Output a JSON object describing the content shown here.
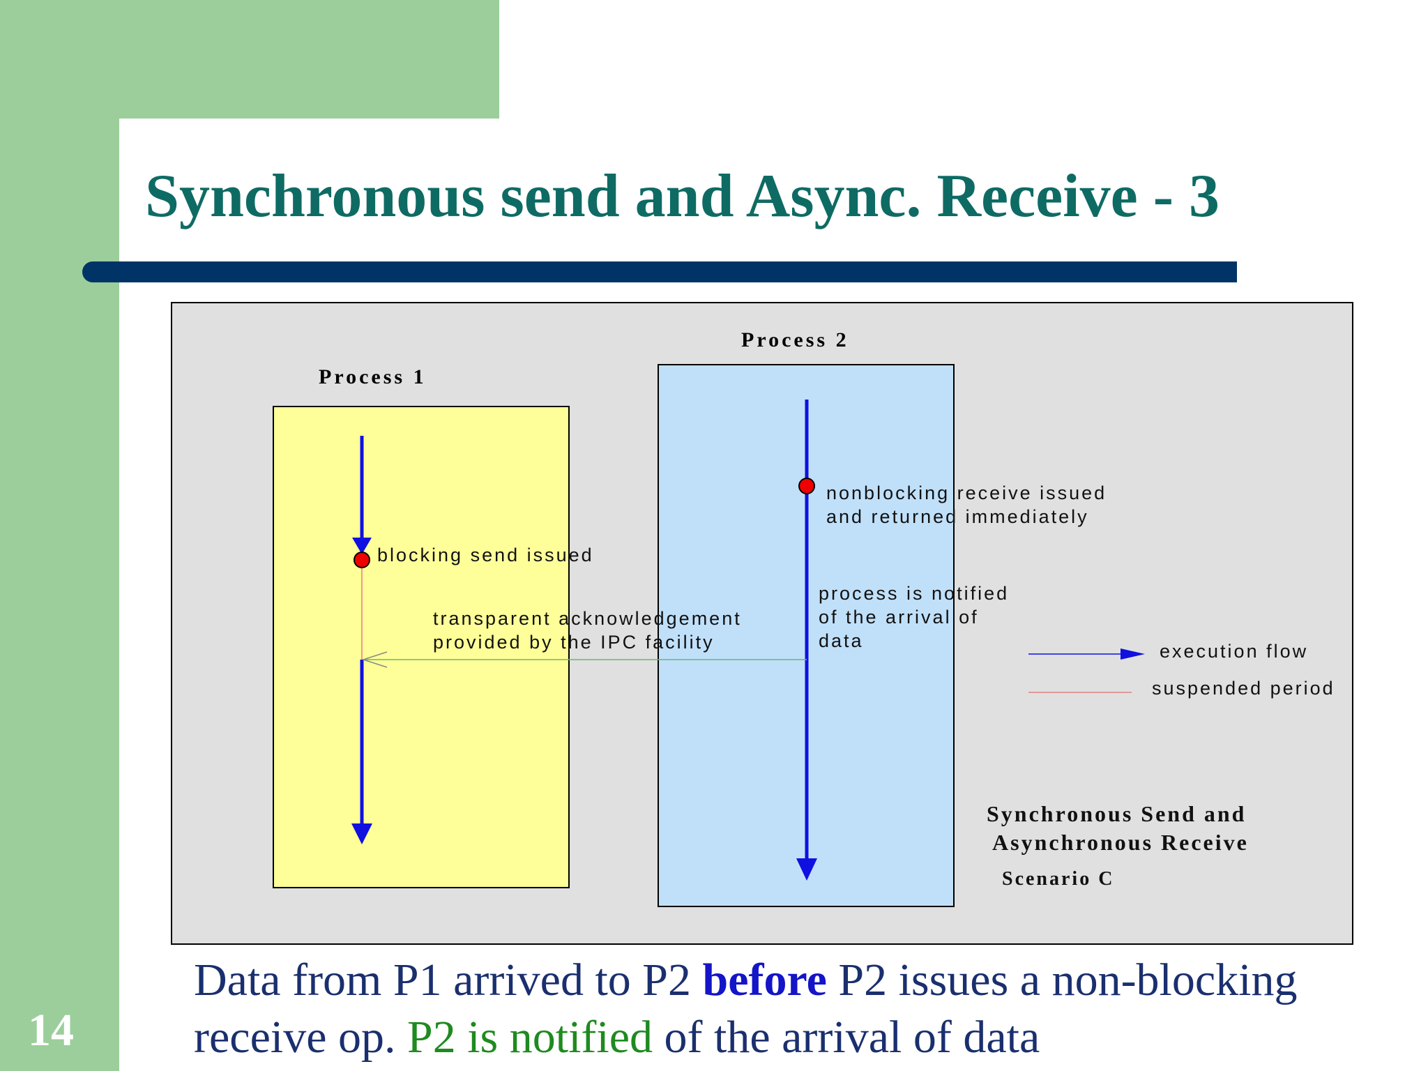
{
  "slide": {
    "number": "14",
    "title": "Synchronous send and Async. Receive - 3"
  },
  "diagram": {
    "process1_label": "Process 1",
    "process2_label": "Process 2",
    "p1_event": "blocking send issued",
    "ack_line1": "transparent acknowledgement",
    "ack_line2": "provided by the IPC facility",
    "p2_event_line1": "nonblocking receive issued",
    "p2_event_line2": "and returned immediately",
    "notify_line1": "process is notified",
    "notify_line2": "of the arrival of",
    "notify_line3": "data",
    "legend": {
      "execution": "execution flow",
      "suspended": "suspended period"
    },
    "scenario_title_line1": "Synchronous Send and",
    "scenario_title_line2": "Asynchronous Receive",
    "scenario_name": "Scenario C",
    "colors": {
      "background": "#e0e0e0",
      "process1_fill": "#ffff99",
      "process2_fill": "#c0e0fa",
      "execution_flow": "#1010e0",
      "suspended": "#e08080",
      "event_dot": "#ee0000",
      "ack_arrow": "#66bb66"
    }
  },
  "caption": {
    "part1": "Data from P1 arrived to P2 ",
    "emphasis1": "before",
    "part2": " P2 issues a non-blocking receive op. ",
    "emphasis2": "P2 is notified",
    "part3": " of the arrival of data"
  }
}
